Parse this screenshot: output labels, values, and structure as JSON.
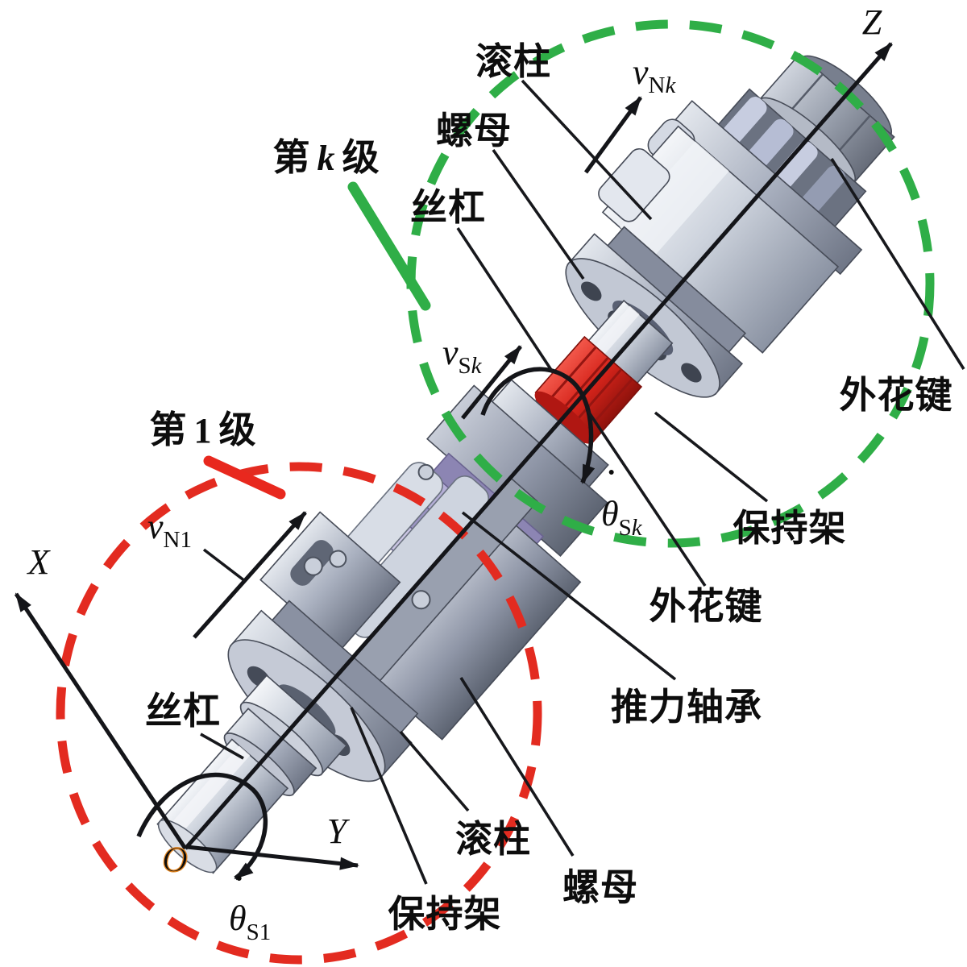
{
  "colors": {
    "green_dash": "#2fae47",
    "red_dash": "#e32b20",
    "stage_marker_green": "#2fae47",
    "stage_marker_red": "#e8281e",
    "spline_highlight_red": "#d6241b",
    "bearing_purple": "#9c95c3",
    "machine_grey": "#c7cdd8"
  },
  "axis_labels": {
    "x": "X",
    "y": "Y",
    "z": "Z",
    "origin": "O"
  },
  "stage_markers": {
    "stage1": {
      "pre": "第",
      "num": "1",
      "post": "级"
    },
    "stagek": {
      "pre": "第",
      "num": "k",
      "post": "级"
    }
  },
  "part_labels": {
    "roller_top": "滚柱",
    "nut_top": "螺母",
    "screw_top": "丝杠",
    "spline_right": "外花键",
    "cage_k": "保持架",
    "spline_mid": "外花键",
    "thrust_bearing": "推力轴承",
    "screw_bottom": "丝杠",
    "cage_bottom": "保持架",
    "roller_bottom": "滚柱",
    "nut_bottom": "螺母"
  },
  "motion_labels": {
    "v_nk": {
      "base": "v",
      "sub_roman": "N",
      "sub_italic": "k"
    },
    "v_sk": {
      "base": "v",
      "sub_roman": "S",
      "sub_italic": "k"
    },
    "v_n1": {
      "base": "v",
      "sub_roman": "N1",
      "sub_italic": ""
    },
    "theta_sk": {
      "dot": "˙",
      "base": "θ",
      "sub_roman": "S",
      "sub_italic": "k"
    },
    "theta_s1": {
      "dot": "˙",
      "base": "θ",
      "sub_roman": "S1",
      "sub_italic": ""
    }
  }
}
